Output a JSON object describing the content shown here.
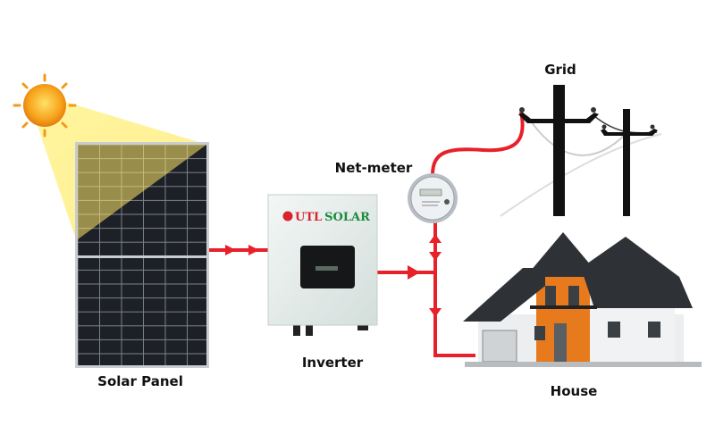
{
  "labels": {
    "solar_panel": "Solar Panel",
    "inverter": "Inverter",
    "net_meter": "Net-meter",
    "grid": "Grid",
    "house": "House"
  },
  "inverter_brand": "UTL SOLAR",
  "colors": {
    "wire": "#e8202a",
    "sun": "#f5a623",
    "sunlight": "#fff27a",
    "panel": "#1c1f24",
    "inverter": "#e6eeec",
    "brand_red": "#d9232d",
    "brand_green": "#1c8a3a",
    "house_accent": "#e87a1e",
    "roof": "#2e3236"
  }
}
